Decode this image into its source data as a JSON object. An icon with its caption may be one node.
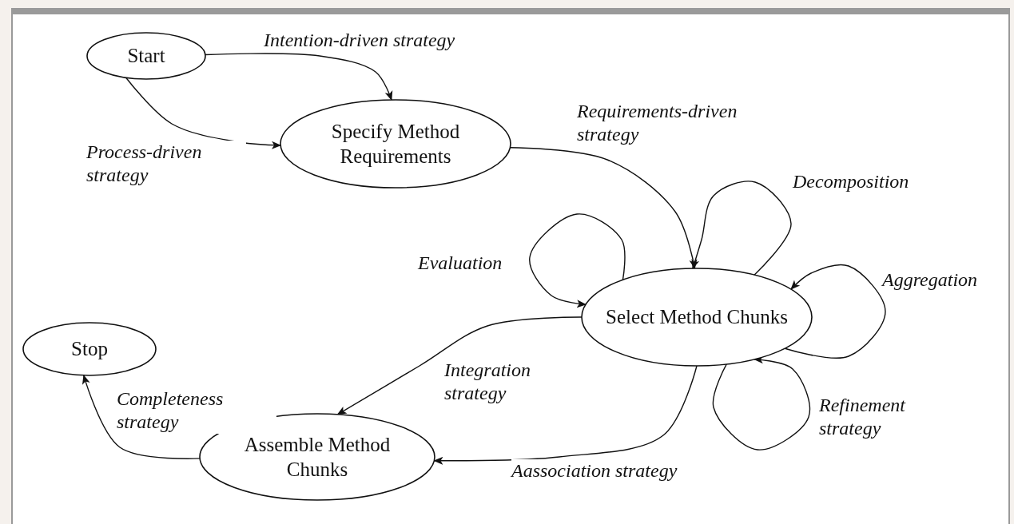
{
  "diagram": {
    "nodes": [
      {
        "text": [
          "Start"
        ]
      },
      {
        "text": [
          "Specify Method Requirements"
        ]
      },
      {
        "text": [
          "Select Method Chunks"
        ]
      },
      {
        "text": [
          "Assemble Method Chunks"
        ]
      },
      {
        "text": [
          "Stop"
        ]
      }
    ],
    "edges": [
      {
        "from": 0,
        "to": 1,
        "arrow": "to",
        "label": "Intention-driven strategy"
      },
      {
        "from": 0,
        "to": 1,
        "arrow": "to",
        "label": "Process-driven strategy"
      },
      {
        "from": 1,
        "to": 2,
        "arrow": "to",
        "label": "Requirements-driven strategy"
      },
      {
        "from": 2,
        "to": 2,
        "arrow": "to",
        "label": "Decomposition"
      },
      {
        "from": 2,
        "to": 2,
        "arrow": "to",
        "label": "Evaluation"
      },
      {
        "from": 2,
        "to": 2,
        "arrow": "to",
        "label": "Aggregation"
      },
      {
        "from": 2,
        "to": 2,
        "arrow": "to",
        "label": "Refinement strategy"
      },
      {
        "from": 2,
        "to": 3,
        "arrow": "to",
        "label": "Integration strategy"
      },
      {
        "from": 2,
        "to": 3,
        "arrow": "to",
        "label": "Aassociation strategy"
      },
      {
        "from": 3,
        "to": 4,
        "arrow": "to",
        "label": "Completeness strategy"
      }
    ]
  }
}
